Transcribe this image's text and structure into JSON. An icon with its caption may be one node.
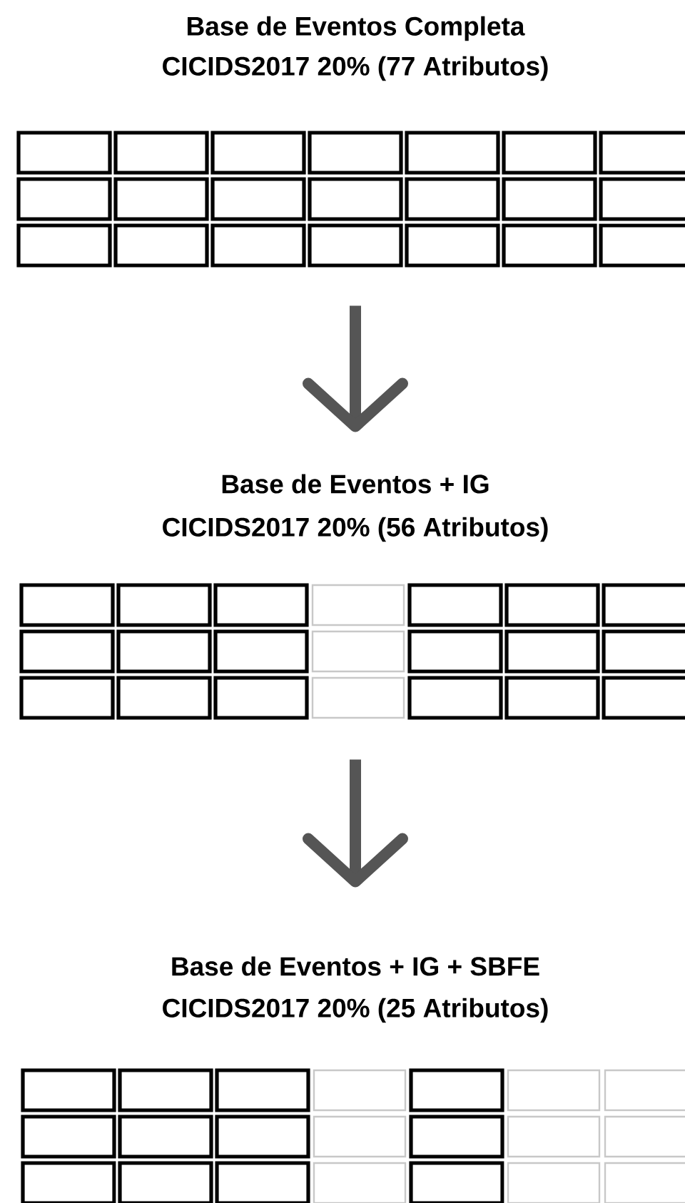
{
  "diagram": {
    "nodes": [
      {
        "text": [
          "Base de Eventos Completa",
          "CICIDS2017 20% (77 Atributos)"
        ]
      },
      {
        "text": [
          "Base de Eventos + IG",
          "CICIDS2017 20%  (56 Atributos)"
        ]
      },
      {
        "text": [
          "Base de Eventos + IG + SBFE",
          "CICIDS2017 20%  (25 Atributos)"
        ]
      }
    ],
    "edges": [
      {
        "from": 0,
        "to": 1,
        "arrow": "to"
      },
      {
        "from": 1,
        "to": 2,
        "arrow": "to"
      }
    ]
  }
}
